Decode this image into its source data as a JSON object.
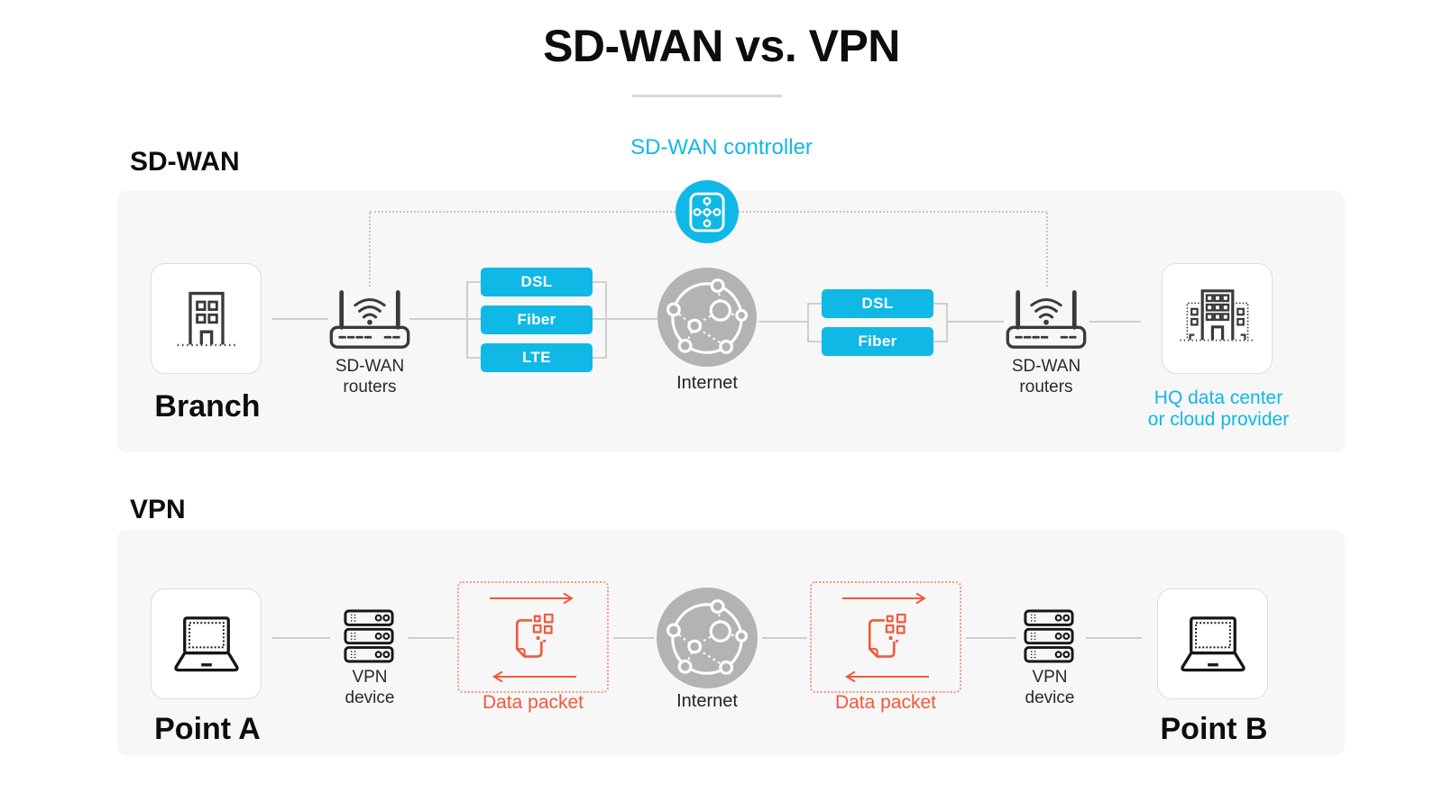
{
  "title": "SD-WAN vs. VPN",
  "colors": {
    "accent_cyan": "#10b8e6",
    "accent_orange": "#f2593a",
    "panel_bg": "#f7f7f7",
    "globe_gray": "#b3b3b3",
    "icon_stroke_dark": "#3a3a3a",
    "icon_stroke_black": "#161616",
    "connector_gray": "#cfcfcf",
    "dotted_gray": "#c6c6c6",
    "title_underline": "#d9d9d9",
    "text_black": "#121212"
  },
  "icons": {
    "controller": "sdwan-controller-nodes-icon",
    "branch": "office-building-icon",
    "router": "wireless-router-icon",
    "internet": "network-globe-icon",
    "hq": "hq-building-icon",
    "laptop": "laptop-icon",
    "vpn_device": "server-stack-icon",
    "data_packet": "document-data-icon",
    "arrow_right": "arrow-right-icon",
    "arrow_left": "arrow-left-icon"
  },
  "sdwan": {
    "heading": "SD-WAN",
    "controller_label": "SD-WAN controller",
    "branch_label": "Branch",
    "routers_left_label": [
      "SD-WAN",
      "routers"
    ],
    "links_left": [
      "DSL",
      "Fiber",
      "LTE"
    ],
    "internet_label": "Internet",
    "links_right": [
      "DSL",
      "Fiber"
    ],
    "routers_right_label": [
      "SD-WAN",
      "routers"
    ],
    "hq_label": [
      "HQ data center",
      "or cloud provider"
    ]
  },
  "vpn": {
    "heading": "VPN",
    "point_a_label": "Point A",
    "device_left_label": [
      "VPN",
      "device"
    ],
    "packet_left_label": "Data packet",
    "internet_label": "Internet",
    "packet_right_label": "Data packet",
    "device_right_label": [
      "VPN",
      "device"
    ],
    "point_b_label": "Point B"
  }
}
